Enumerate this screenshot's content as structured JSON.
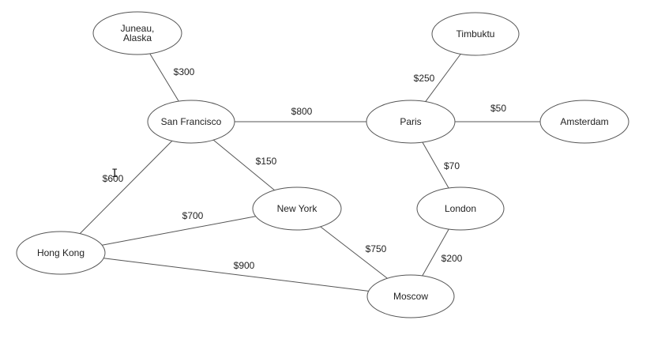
{
  "graph": {
    "nodes": [
      {
        "id": "juneau",
        "label_lines": [
          "Juneau,",
          "Alaska"
        ]
      },
      {
        "id": "sf",
        "label_lines": [
          "San Francisco"
        ]
      },
      {
        "id": "paris",
        "label_lines": [
          "Paris"
        ]
      },
      {
        "id": "timbuktu",
        "label_lines": [
          "Timbuktu"
        ]
      },
      {
        "id": "amsterdam",
        "label_lines": [
          "Amsterdam"
        ]
      },
      {
        "id": "newyork",
        "label_lines": [
          "New York"
        ]
      },
      {
        "id": "london",
        "label_lines": [
          "London"
        ]
      },
      {
        "id": "hongkong",
        "label_lines": [
          "Hong Kong"
        ]
      },
      {
        "id": "moscow",
        "label_lines": [
          "Moscow"
        ]
      }
    ],
    "edges": [
      {
        "from": "juneau",
        "to": "sf",
        "label": "$300"
      },
      {
        "from": "sf",
        "to": "paris",
        "label": "$800"
      },
      {
        "from": "paris",
        "to": "timbuktu",
        "label": "$250"
      },
      {
        "from": "paris",
        "to": "amsterdam",
        "label": "$50"
      },
      {
        "from": "sf",
        "to": "newyork",
        "label": "$150"
      },
      {
        "from": "sf",
        "to": "hongkong",
        "label": "$600"
      },
      {
        "from": "paris",
        "to": "london",
        "label": "$70"
      },
      {
        "from": "hongkong",
        "to": "newyork",
        "label": "$700"
      },
      {
        "from": "newyork",
        "to": "moscow",
        "label": "$750"
      },
      {
        "from": "hongkong",
        "to": "moscow",
        "label": "$900"
      },
      {
        "from": "london",
        "to": "moscow",
        "label": "$200"
      }
    ]
  }
}
